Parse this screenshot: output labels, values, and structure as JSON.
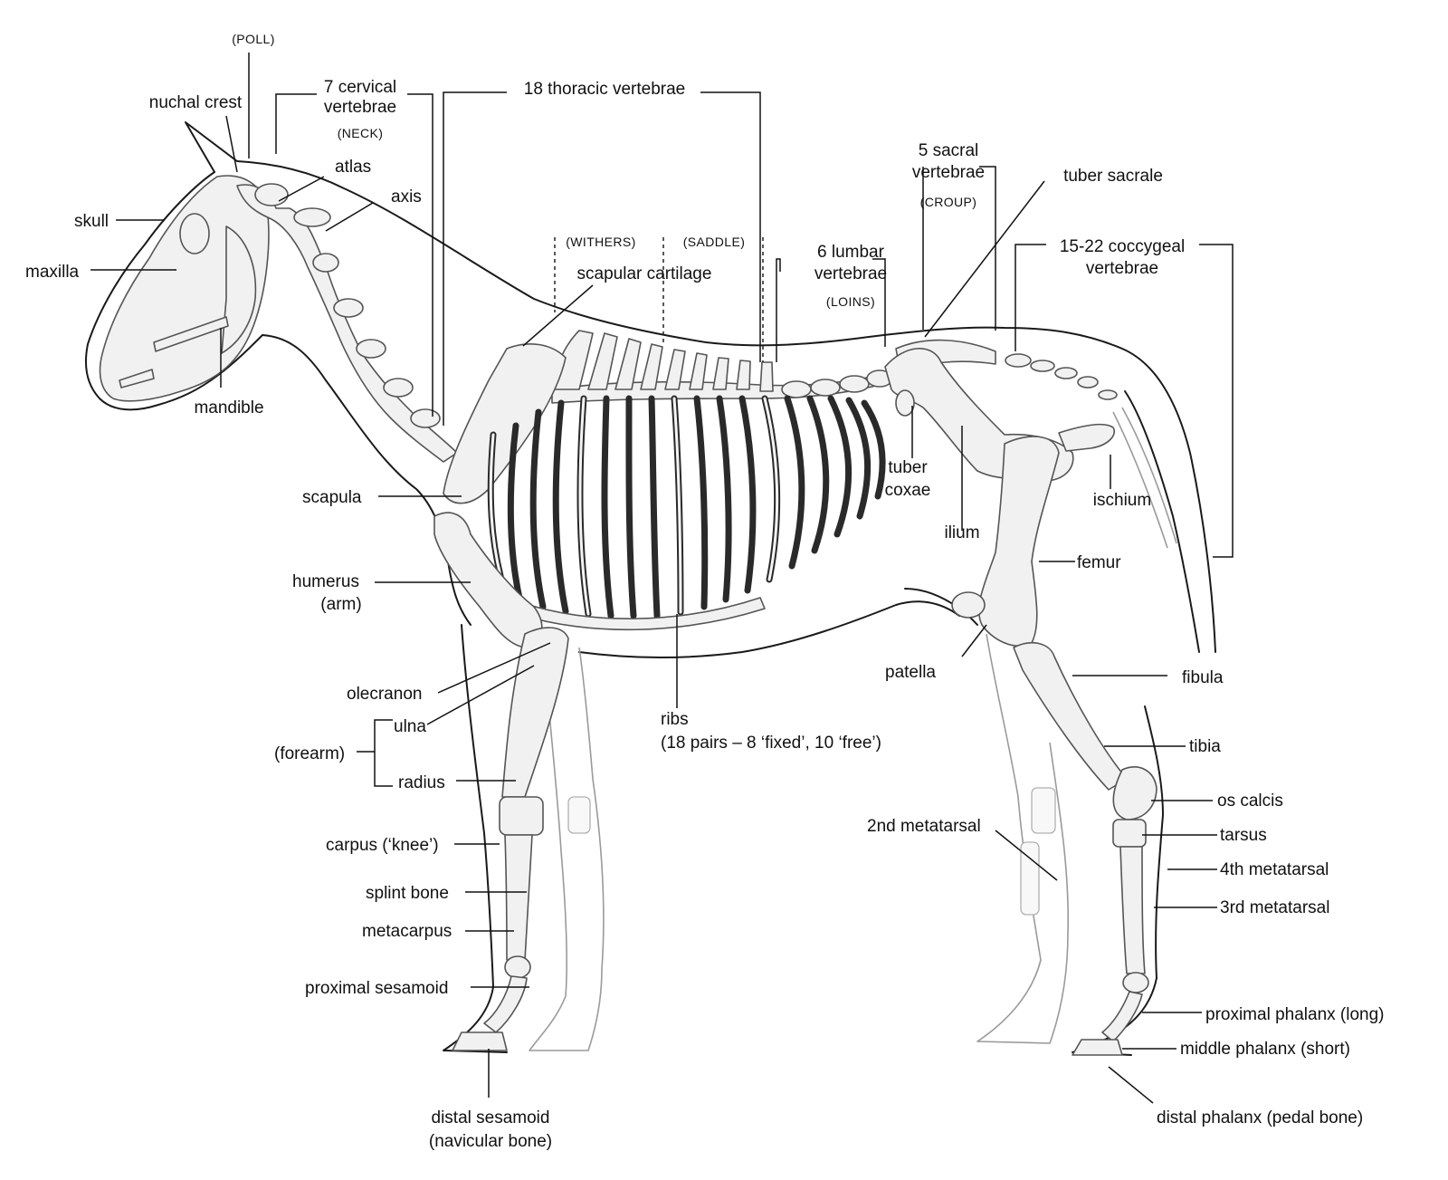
{
  "labels": {
    "poll": "(POLL)",
    "nuchal_crest": "nuchal crest",
    "cervical_line1": "7 cervical",
    "cervical_line2": "vertebrae",
    "neck": "(NECK)",
    "thoracic": "18 thoracic vertebrae",
    "atlas": "atlas",
    "axis": "axis",
    "skull": "skull",
    "maxilla": "maxilla",
    "mandible": "mandible",
    "withers": "(WITHERS)",
    "saddle": "(SADDLE)",
    "scapular_cartilage": "scapular cartilage",
    "lumbar_line1": "6 lumbar",
    "lumbar_line2": "vertebrae",
    "loins": "(LOINS)",
    "sacral_line1": "5 sacral",
    "sacral_line2": "vertebrae",
    "croup": "(CROUP)",
    "tuber_sacrale": "tuber sacrale",
    "coccygeal_line1": "15-22 coccygeal",
    "coccygeal_line2": "vertebrae",
    "scapula": "scapula",
    "humerus_line1": "humerus",
    "humerus_line2": "(arm)",
    "olecranon": "olecranon",
    "ulna": "ulna",
    "forearm": "(forearm)",
    "radius": "radius",
    "carpus": "carpus (‘knee’)",
    "splint_bone": "splint bone",
    "metacarpus": "metacarpus",
    "proximal_sesamoid": "proximal sesamoid",
    "distal_sesamoid_line1": "distal sesamoid",
    "distal_sesamoid_line2": "(navicular bone)",
    "ribs_line1": "ribs",
    "ribs_line2": "(18 pairs – 8 ‘fixed’, 10 ‘free’)",
    "tuber_coxae_line1": "tuber",
    "tuber_coxae_line2": "coxae",
    "ilium": "ilium",
    "ischium": "ischium",
    "femur": "femur",
    "patella": "patella",
    "fibula": "fibula",
    "tibia": "tibia",
    "second_metatarsal": "2nd metatarsal",
    "os_calcis": "os calcis",
    "tarsus": "tarsus",
    "fourth_metatarsal": "4th metatarsal",
    "third_metatarsal": "3rd metatarsal",
    "proximal_phalanx": "proximal phalanx (long)",
    "middle_phalanx": "middle phalanx (short)",
    "distal_phalanx": "distal phalanx (pedal bone)"
  }
}
